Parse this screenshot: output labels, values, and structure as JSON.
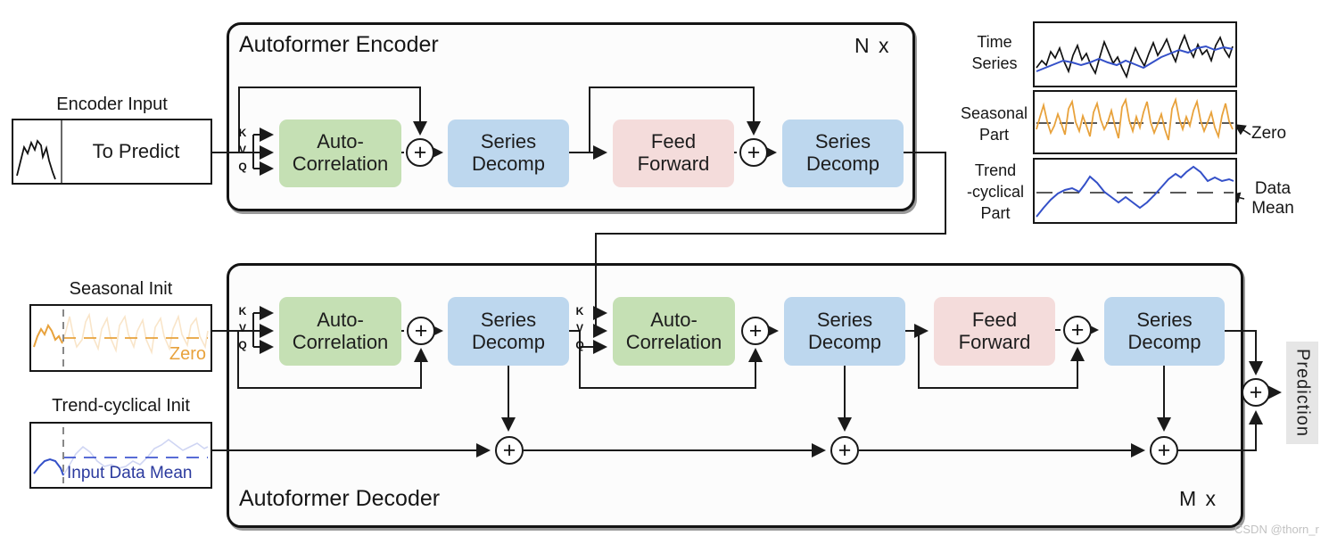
{
  "watermark": "CSDN @thorn_r",
  "labels": {
    "k": "K",
    "v": "V",
    "q": "Q",
    "plus": "+"
  },
  "encoder": {
    "title": "Autoformer Encoder",
    "repeat": "N x",
    "input": {
      "label": "Encoder Input",
      "text": "To Predict"
    },
    "blocks": {
      "auto_correlation": "Auto-\nCorrelation",
      "series_decomp1": "Series\nDecomp",
      "feed_forward": "Feed\nForward",
      "series_decomp2": "Series\nDecomp"
    }
  },
  "decoder": {
    "title": "Autoformer Decoder",
    "repeat": "M x",
    "seasonal_init": {
      "label": "Seasonal Init",
      "annotation": "Zero"
    },
    "trend_init": {
      "label": "Trend-cyclical Init",
      "annotation": "Input Data Mean"
    },
    "blocks": {
      "auto_correlation1": "Auto-\nCorrelation",
      "series_decomp1": "Series\nDecomp",
      "auto_correlation2": "Auto-\nCorrelation",
      "series_decomp2": "Series\nDecomp",
      "feed_forward": "Feed\nForward",
      "series_decomp3": "Series\nDecomp"
    },
    "output": "Prediction"
  },
  "legend_panel": {
    "time_series": "Time\nSeries",
    "seasonal": "Seasonal\nPart",
    "trend": "Trend\n-cyclical\nPart",
    "zero": "Zero",
    "data_mean": "Data\nMean"
  },
  "colors": {
    "auto_correlation_fill": "#c5e0b4",
    "series_decomp_fill": "#bdd7ee",
    "feed_forward_fill": "#f4dcdb",
    "seasonal_line": "#e8a23c",
    "trend_line": "#3450c8",
    "init_mean_text": "#2b3a9e",
    "prediction_bg": "#e6e6e6"
  }
}
